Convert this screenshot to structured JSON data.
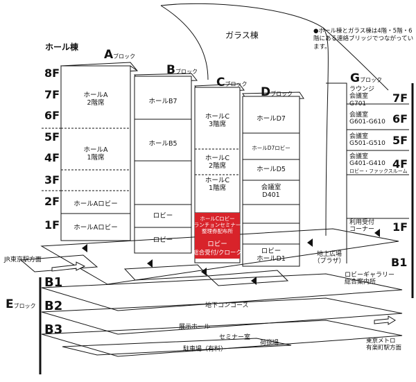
{
  "title_hall": "ホール棟",
  "title_glass": "ガラス棟",
  "note": "●ホール棟とガラス棟は4階・5階・6階にある連絡ブリッジでつながっています。",
  "left_floors": [
    "8F",
    "7F",
    "6F",
    "5F",
    "4F",
    "3F",
    "2F",
    "1F"
  ],
  "blocks": {
    "a": {
      "letter": "A",
      "suffix": "ブロック"
    },
    "b": {
      "letter": "B",
      "suffix": "ブロック"
    },
    "c": {
      "letter": "C",
      "suffix": "ブロック"
    },
    "d": {
      "letter": "D",
      "suffix": "ブロック"
    },
    "g": {
      "letter": "G",
      "suffix": "ブロック"
    },
    "e": {
      "letter": "E",
      "suffix": "ブロック"
    }
  },
  "block_a": {
    "hall_a2": "ホールA\n2階席",
    "hall_a1": "ホールA\n1階席",
    "lobby_2f": "ホールAロビー",
    "lobby_1f": "ホールAロビー"
  },
  "block_b": {
    "b7": "ホールB7",
    "b5": "ホールB5",
    "lobby_2f": "ロビー",
    "lobby_1f": "ロビー"
  },
  "block_c": {
    "c3": "ホールC\n3階席",
    "c2": "ホールC\n2階席",
    "c1": "ホールC\n1階席",
    "lobby_red": "ホールCロビー\nランチョンセミナー\n整理券配布所",
    "lobby": "ロビー",
    "reception": "総合受付/クローク"
  },
  "block_d": {
    "d7": "ホールD7",
    "d7_lobby": "ホールD7ロビー",
    "d5": "ホールD5",
    "d401": "会議室\nD401",
    "lobby_d1": "ロビー\nホールD1"
  },
  "block_g": {
    "g701": "ラウンジ\n会議室\nG701",
    "g6": "会議室\nG601-G610",
    "g5": "会議室\nG501-G510",
    "g4": "会議室\nG401-G410",
    "g4_note": "ロビー・ファックスルーム",
    "f7": "7F",
    "f6": "6F",
    "f5": "5F",
    "f4": "4F",
    "f1": "1F",
    "b1": "B1",
    "reception": "利用受付\nコーナー",
    "lobby_gallery": "ロビーギャラリー\n総合案内所"
  },
  "plaza": "地上広場\n（プラザ）",
  "jr": "JR東京駅方面",
  "metro": "東京メトロ\n有楽町駅方面",
  "basement": {
    "b1": "B1",
    "b2": "B2",
    "b3": "B3",
    "concourse": "地下コンコース",
    "exhibit": "展示ホール",
    "seminar": "セミナー室",
    "loading": "荷捌場",
    "parking": "駐車場（有料）"
  },
  "colors": {
    "red": "#d8232a",
    "line": "#111111"
  }
}
